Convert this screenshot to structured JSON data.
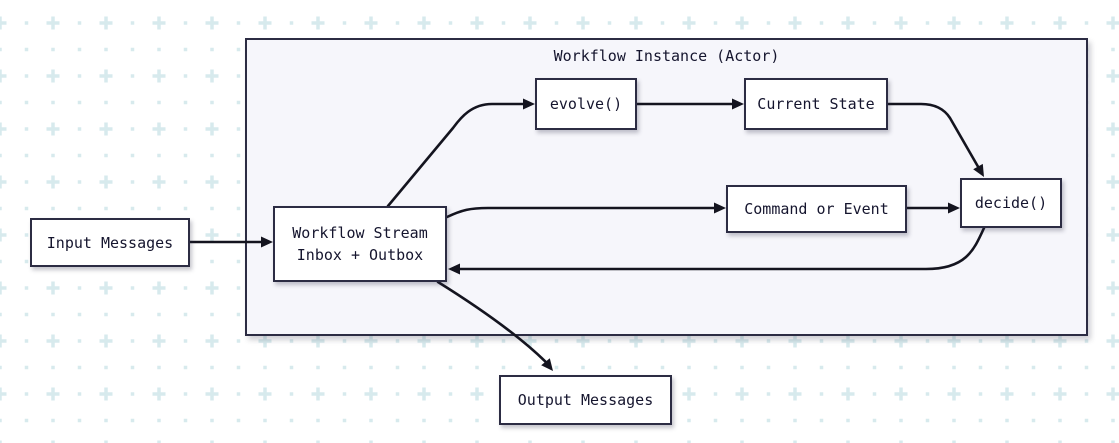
{
  "diagram": {
    "container_title": "Workflow Instance (Actor)",
    "nodes": {
      "input_messages": {
        "label": "Input Messages"
      },
      "workflow_stream": {
        "label_line1": "Workflow Stream",
        "label_line2": "Inbox + Outbox"
      },
      "evolve": {
        "label": "evolve()"
      },
      "current_state": {
        "label": "Current State"
      },
      "command_or_event": {
        "label": "Command or Event"
      },
      "decide": {
        "label": "decide()"
      },
      "output_messages": {
        "label": "Output Messages"
      }
    },
    "edges": [
      {
        "from": "input_messages",
        "to": "workflow_stream"
      },
      {
        "from": "workflow_stream",
        "to": "evolve"
      },
      {
        "from": "evolve",
        "to": "current_state"
      },
      {
        "from": "current_state",
        "to": "decide"
      },
      {
        "from": "workflow_stream",
        "to": "command_or_event"
      },
      {
        "from": "command_or_event",
        "to": "decide"
      },
      {
        "from": "decide",
        "to": "workflow_stream"
      },
      {
        "from": "workflow_stream",
        "to": "output_messages"
      }
    ],
    "colors": {
      "node_border": "#2c2c43",
      "node_fill": "#ffffff",
      "container_fill": "#f6f6fb",
      "arrow": "#14141f",
      "text": "#15152e",
      "pattern": "#d7eaed",
      "background": "#ffffff"
    }
  }
}
